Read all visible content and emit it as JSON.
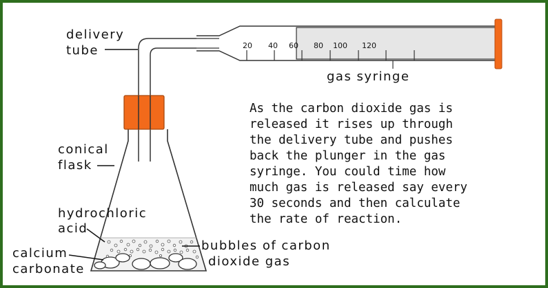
{
  "colors": {
    "border": "#2e6e1e",
    "stopper": "#f26a1b",
    "plunger": "#f26a1b",
    "barrel": "#e6e6e6",
    "outline": "#333333"
  },
  "labels": {
    "delivery_tube": [
      "delivery",
      "tube"
    ],
    "gas_syringe": "gas syringe",
    "conical_flask": [
      "conical",
      "flask"
    ],
    "hydrochloric_acid": [
      "hydrochloric",
      "acid"
    ],
    "calcium_carbonate": [
      "calcium",
      "carbonate"
    ],
    "bubbles": [
      "bubbles of carbon",
      "dioxide gas"
    ]
  },
  "scale_labels": [
    "20",
    "40",
    "60",
    "80",
    "100",
    "120"
  ],
  "description": [
    "As the carbon dioxide gas is",
    "released it rises up through",
    "the delivery tube and pushes",
    "back the plunger in the gas",
    "syringe.  You could time how",
    "much gas is released say every",
    "30 seconds and then calculate",
    "the rate of reaction."
  ]
}
